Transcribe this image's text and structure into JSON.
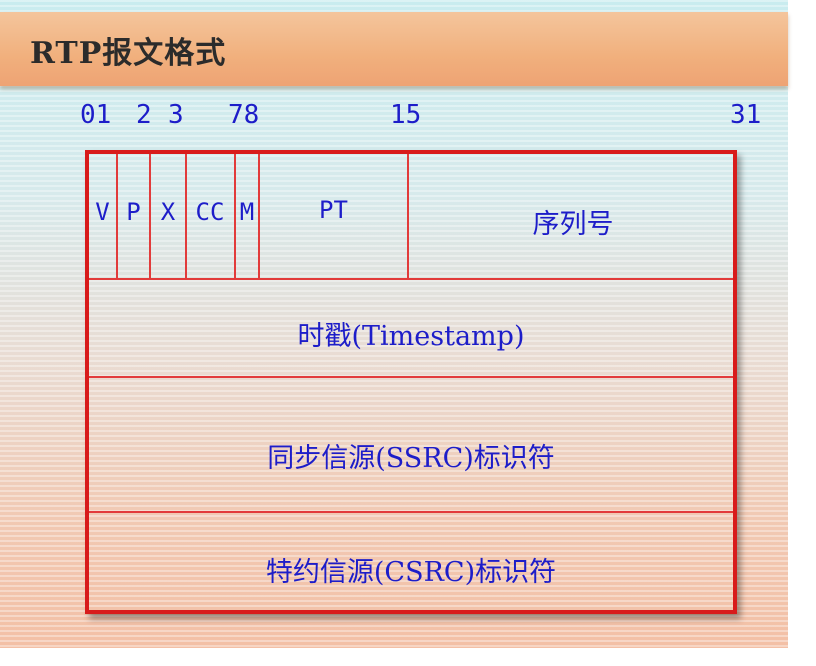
{
  "title": "RTP报文格式",
  "bit_numbers": [
    "01",
    "2",
    "3",
    "78",
    "15",
    "31"
  ],
  "header_fields": [
    "V",
    "P",
    "X",
    "CC",
    "M",
    "PT",
    "序列号"
  ],
  "rows": {
    "timestamp": "时戳(Timestamp)",
    "ssrc": "同步信源(SSRC)标识符",
    "csrc": "特约信源(CSRC)标识符"
  },
  "colors": {
    "frame": "#d81b1b",
    "text": "#1d1dc9",
    "title_bar": "#f1b07d"
  }
}
